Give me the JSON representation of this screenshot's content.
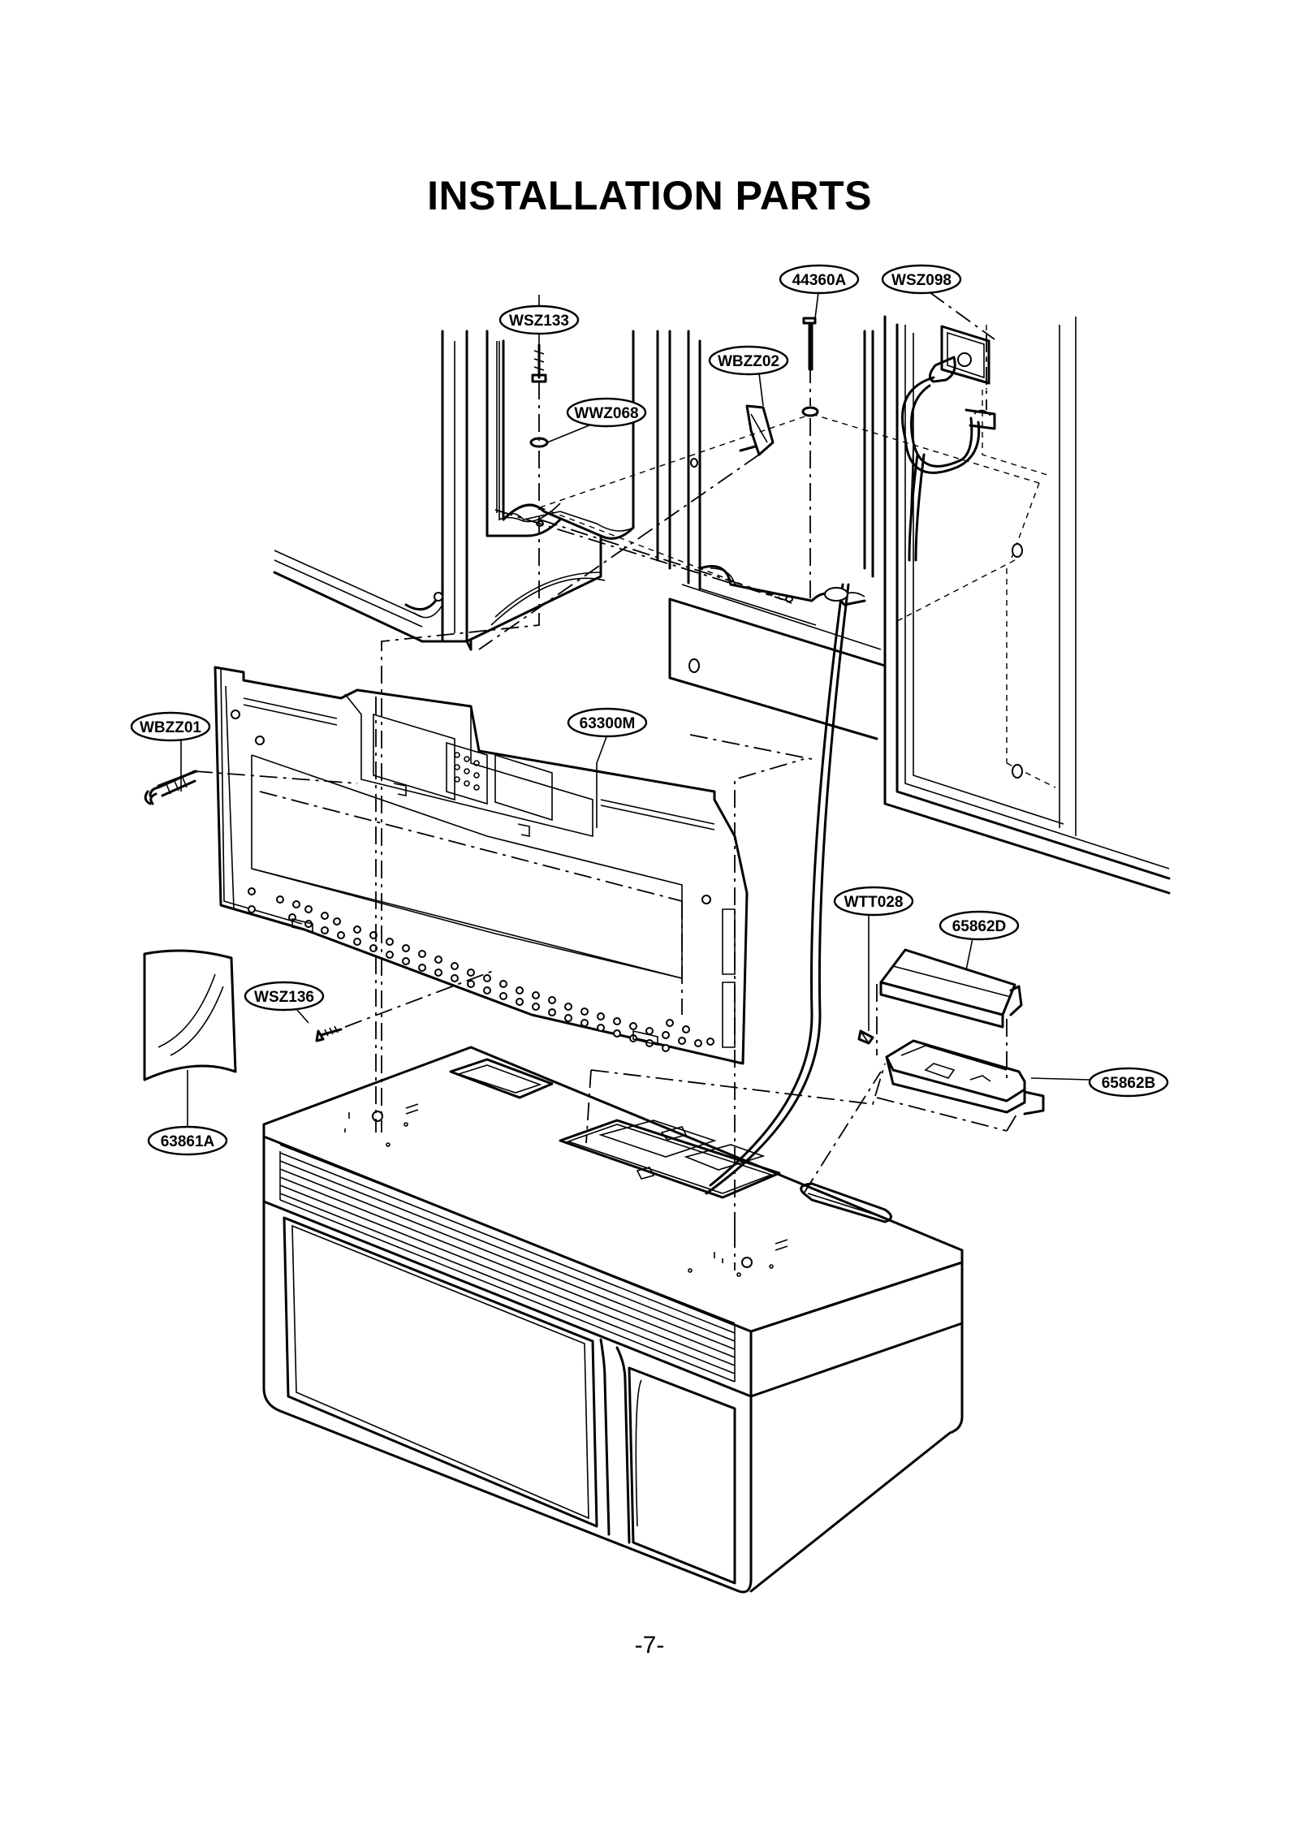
{
  "page": {
    "title": "INSTALLATION PARTS",
    "page_number": "-7-"
  },
  "parts": {
    "p44360A": "44360A",
    "pWSZ098": "WSZ098",
    "pWSZ133": "WSZ133",
    "pWBZZ02": "WBZZ02",
    "pWWZ068": "WWZ068",
    "pWBZZ01": "WBZZ01",
    "p63300M": "63300M",
    "pWTT028": "WTT028",
    "p65862D": "65862D",
    "pWSZ136": "WSZ136",
    "p65862B": "65862B",
    "p63861A": "63861A"
  }
}
